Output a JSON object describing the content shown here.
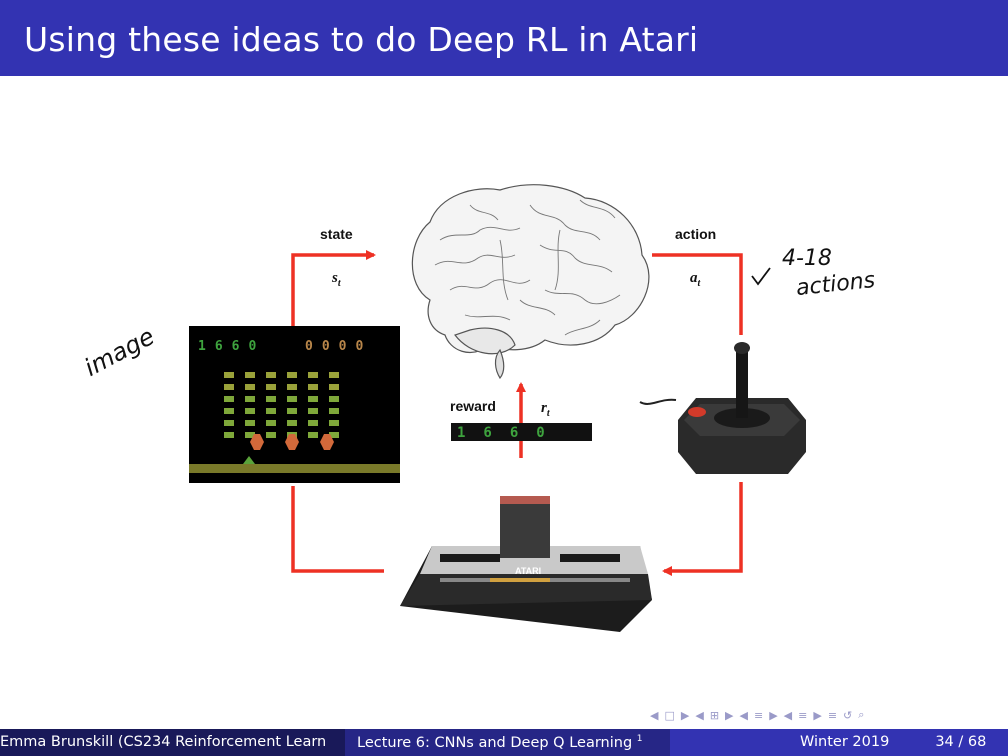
{
  "slide": {
    "title": "Using these ideas to do Deep RL in Atari"
  },
  "diagram": {
    "state_label": "state",
    "state_symbol": "s",
    "state_sub": "t",
    "action_label": "action",
    "action_symbol": "a",
    "action_sub": "t",
    "reward_label": "reward",
    "reward_symbol": "r",
    "reward_sub": "t",
    "score_left": "1660",
    "score_right": "0000",
    "reward_score": "1660",
    "console_brand": "ATARI",
    "arrow_color": "#ee3124"
  },
  "annotations": {
    "image_note": "image",
    "actions_line1": "4-18",
    "actions_line2": "actions"
  },
  "navigation": {
    "icons": [
      "◀",
      "□",
      "▶",
      "◀",
      "⊞",
      "▶",
      "◀",
      "≡",
      "▶",
      "◀",
      "≡",
      "▶",
      "≡",
      "↺",
      "⌕"
    ]
  },
  "footer": {
    "author": "Emma Brunskill (CS234 Reinforcement Learn",
    "lecture": "Lecture 6: CNNs and Deep Q Learning",
    "lecture_footnote": "1",
    "date": "Winter 2019",
    "page": "34 / 68"
  }
}
